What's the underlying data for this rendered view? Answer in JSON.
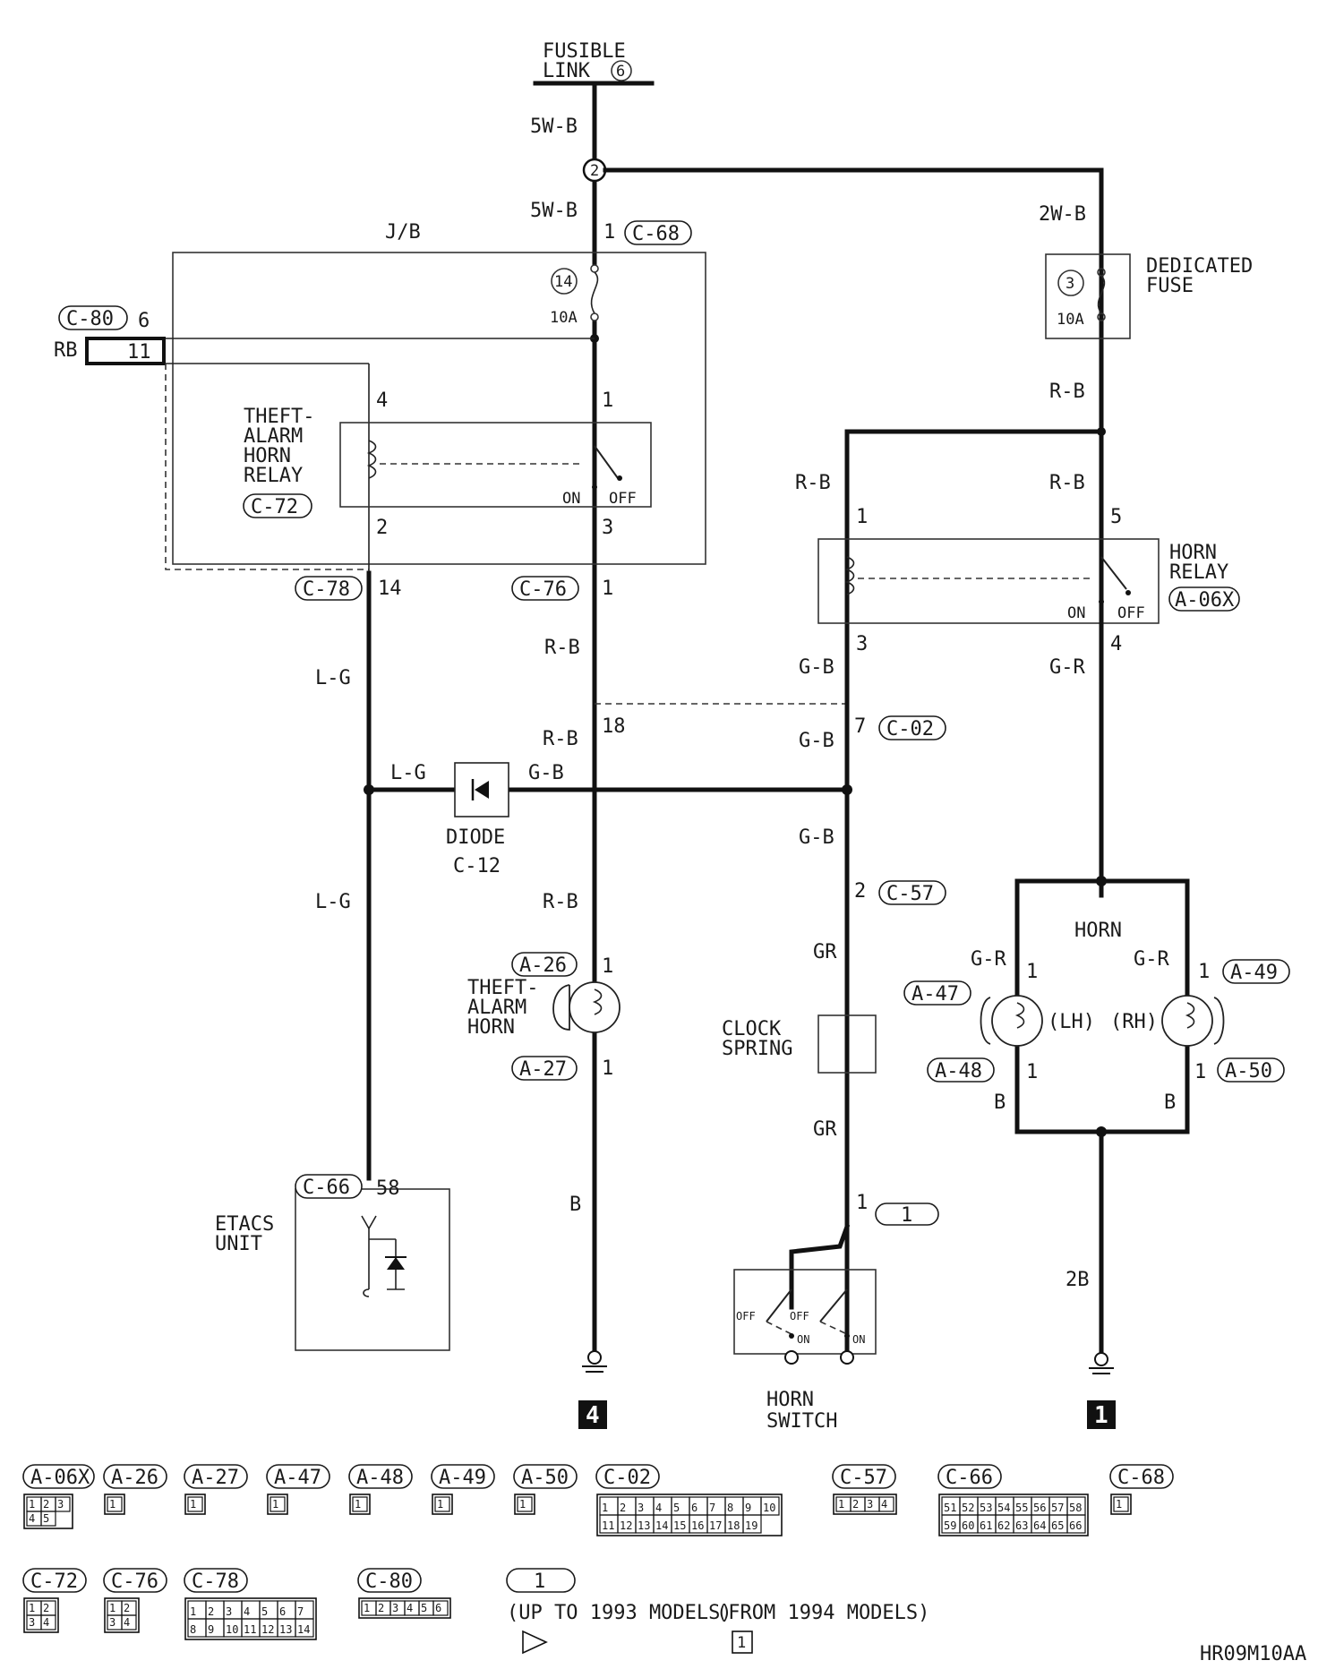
{
  "diagram": {
    "fusible_link": {
      "line1": "FUSIBLE",
      "line2": "LINK",
      "number": "6"
    },
    "junction_node": "2",
    "jb_label": "J/B",
    "fuse14": {
      "number": "14",
      "rating": "10A"
    },
    "dedicated_fuse": {
      "number": "3",
      "rating": "10A",
      "line1": "DEDICATED",
      "line2": "FUSE"
    },
    "theft_relay": {
      "line1": "THEFT-",
      "line2": "ALARM",
      "line3": "HORN",
      "line4": "RELAY",
      "connector": "C-72",
      "on": "ON",
      "off": "OFF"
    },
    "horn_relay": {
      "line1": "HORN",
      "line2": "RELAY",
      "connector": "A-06X",
      "on": "ON",
      "off": "OFF"
    },
    "diode": {
      "line1": "DIODE",
      "line2": "C-12"
    },
    "theft_horn": {
      "line1": "THEFT-",
      "line2": "ALARM",
      "line3": "HORN"
    },
    "horn_group": {
      "title": "HORN",
      "lh": "(LH)",
      "rh": "(RH)"
    },
    "clock_spring": {
      "line1": "CLOCK",
      "line2": "SPRING"
    },
    "horn_switch": {
      "line1": "HORN",
      "line2": "SWITCH",
      "on": "ON",
      "off": "OFF"
    },
    "etacs": {
      "line1": "ETACS",
      "line2": "UNIT"
    },
    "wire_colors": {
      "w5wb_top": "5W-B",
      "w5wb_mid": "5W-B",
      "w2wb": "2W-B",
      "rb": "RB",
      "rb_right1": "R-B",
      "rb_right2": "R-B",
      "rb_right3": "R-B",
      "rb_mid1": "R-B",
      "rb_mid2": "R-B",
      "rb_mid3": "R-B",
      "lg1": "L-G",
      "lg2": "L-G",
      "lg3": "L-G",
      "gb1": "G-B",
      "gb2": "G-B",
      "gb3": "G-B",
      "gb4": "G-B",
      "gr_right": "G-R",
      "gr_lh": "G-R",
      "gr_rh": "G-R",
      "gr1": "GR",
      "gr2": "GR",
      "b_mid": "B",
      "b_lh": "B",
      "b_rh": "B",
      "b2": "2B"
    },
    "connectors": {
      "c68": "C-68",
      "c80": "C-80",
      "c78": "C-78",
      "c76": "C-76",
      "c02": "C-02",
      "c57": "C-57",
      "a26": "A-26",
      "a27": "A-27",
      "a47": "A-47",
      "a48": "A-48",
      "a49": "A-49",
      "a50": "A-50",
      "c66": "C-66",
      "sw1": "1"
    },
    "pins": {
      "c68_1": "1",
      "c80_6": "6",
      "c80_11": "11",
      "tr_4": "4",
      "tr_1": "1",
      "tr_2": "2",
      "tr_3": "3",
      "hr_1": "1",
      "hr_5": "5",
      "hr_3": "3",
      "hr_4": "4",
      "c78_14": "14",
      "c76_1": "1",
      "p18": "18",
      "p7": "7",
      "p2": "2",
      "a26_1": "1",
      "a27_1": "1",
      "a47_1": "1",
      "a48_1": "1",
      "a49_1": "1",
      "a50_1": "1",
      "c66_58": "58",
      "sw_1": "1"
    },
    "grounds": {
      "g4": "4",
      "g1": "1"
    }
  },
  "legend": {
    "row1": [
      {
        "id": "A-06X",
        "pins": [
          "1",
          "2",
          "3",
          "4",
          "5"
        ]
      },
      {
        "id": "A-26",
        "pins": [
          "1"
        ]
      },
      {
        "id": "A-27",
        "pins": [
          "1"
        ]
      },
      {
        "id": "A-47",
        "pins": [
          "1"
        ]
      },
      {
        "id": "A-48",
        "pins": [
          "1"
        ]
      },
      {
        "id": "A-49",
        "pins": [
          "1"
        ]
      },
      {
        "id": "A-50",
        "pins": [
          "1"
        ]
      },
      {
        "id": "C-02",
        "pins": [
          "1",
          "2",
          "3",
          "4",
          "5",
          "6",
          "7",
          "8",
          "9",
          "10",
          "11",
          "12",
          "13",
          "14",
          "15",
          "16",
          "17",
          "18",
          "19"
        ]
      },
      {
        "id": "C-57",
        "pins": [
          "1",
          "2",
          "3",
          "4"
        ]
      },
      {
        "id": "C-66",
        "pins": [
          "51",
          "52",
          "53",
          "54",
          "55",
          "56",
          "57",
          "58",
          "59",
          "60",
          "61",
          "62",
          "63",
          "64",
          "65",
          "66"
        ]
      },
      {
        "id": "C-68",
        "pins": [
          "1"
        ]
      }
    ],
    "row2": [
      {
        "id": "C-72",
        "pins": [
          "1",
          "2",
          "3",
          "4"
        ]
      },
      {
        "id": "C-76",
        "pins": [
          "1",
          "2",
          "3",
          "4"
        ]
      },
      {
        "id": "C-78",
        "pins": [
          "1",
          "2",
          "3",
          "4",
          "5",
          "6",
          "7",
          "8",
          "9",
          "10",
          "11",
          "12",
          "13",
          "14"
        ]
      },
      {
        "id": "C-80",
        "pins": [
          "1",
          "2",
          "3",
          "4",
          "5",
          "6"
        ]
      }
    ],
    "switch_note": {
      "id": "1",
      "up_to": "(UP TO 1993 MODELS)",
      "from": "(FROM 1994 MODELS)",
      "from_pin": "1"
    }
  },
  "footer": {
    "code": "HR09M10AA"
  }
}
